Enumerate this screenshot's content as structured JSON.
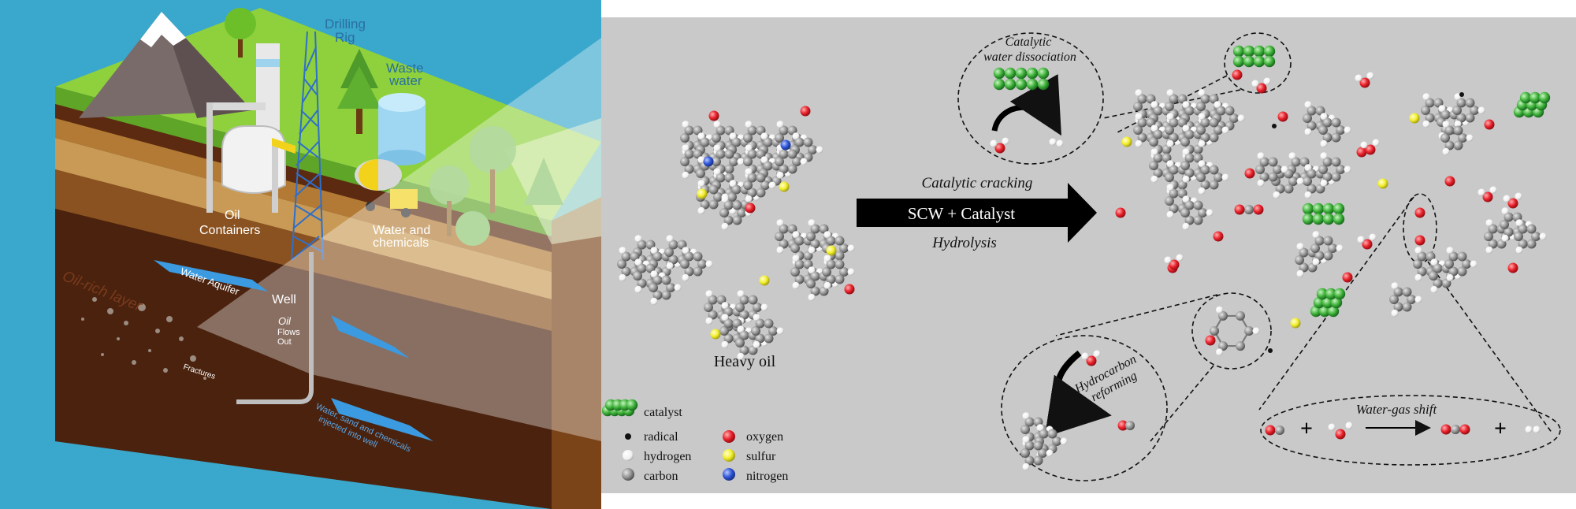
{
  "left_panel": {
    "labels": {
      "drilling_rig": [
        "Drilling",
        "Rig"
      ],
      "waste_water": [
        "Waste",
        "water"
      ],
      "oil_containers": [
        "Oil",
        "Containers"
      ],
      "water_chemicals": [
        "Water and",
        "chemicals"
      ],
      "well": "Well",
      "water_aquifer": "Water Aquifer",
      "oil_rich_layer": "Oil-rich layer",
      "oil_flows": [
        "Oil",
        "Flows",
        "Out"
      ],
      "fractures": "Fractures",
      "injected": [
        "Water, sand and chemicals",
        "injected into well"
      ]
    }
  },
  "right_panel": {
    "heavy_oil_label": "Heavy oil",
    "arrow": {
      "top_label": "Catalytic cracking",
      "center_label": "SCW + Catalyst",
      "bottom_label": "Hydrolysis"
    },
    "callouts": {
      "water_dissociation": [
        "Catalytic",
        "water dissociation"
      ],
      "hydrocarbon_reforming": [
        "Hydrocarbon",
        "reforming"
      ],
      "water_gas_shift": "Water-gas shift",
      "plus": "+"
    },
    "legend": {
      "catalyst": "catalyst",
      "items": [
        {
          "label": "radical",
          "color": "#111111"
        },
        {
          "label": "hydrogen",
          "color": "#f4f4f4"
        },
        {
          "label": "carbon",
          "color": "#8f8f8f"
        },
        {
          "label": "oxygen",
          "color": "#e8202a"
        },
        {
          "label": "sulfur",
          "color": "#f2ee2c"
        },
        {
          "label": "nitrogen",
          "color": "#2f55d6"
        }
      ]
    }
  },
  "colors": {
    "sky": "#3aa7cc",
    "grass": "#8ed13c",
    "soil_dark": "#4a220e",
    "panel_bg": "#c9c9c9",
    "catalyst": "#3fb13a",
    "oxygen": "#e8202a",
    "sulfur": "#f2ee2c",
    "nitrogen": "#2f55d6",
    "carbon": "#8f8f8f",
    "hydrogen": "#f4f4f4"
  }
}
